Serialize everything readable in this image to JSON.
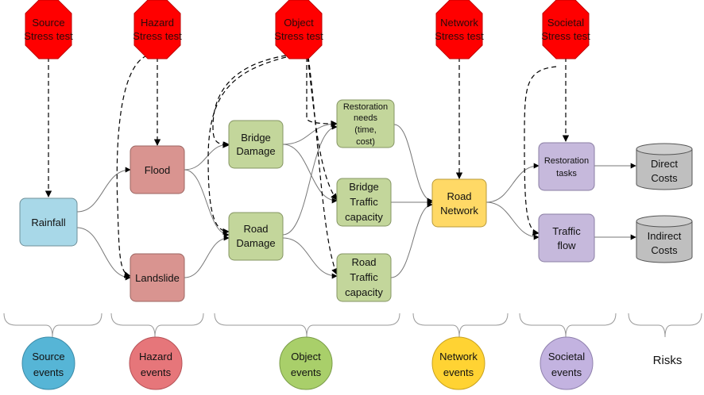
{
  "stress_tests": [
    {
      "id": "source",
      "line1": "Source",
      "line2": "Stress test"
    },
    {
      "id": "hazard",
      "line1": "Hazard",
      "line2": "Stress test"
    },
    {
      "id": "object",
      "line1": "Object",
      "line2": "Stress test"
    },
    {
      "id": "network",
      "line1": "Network",
      "line2": "Stress test"
    },
    {
      "id": "societal",
      "line1": "Societal",
      "line2": "Stress test"
    }
  ],
  "nodes": {
    "rainfall": {
      "lines": [
        "Rainfall"
      ]
    },
    "flood": {
      "lines": [
        "Flood"
      ]
    },
    "landslide": {
      "lines": [
        "Landslide"
      ]
    },
    "bridge_damage": {
      "lines": [
        "Bridge",
        "Damage"
      ]
    },
    "road_damage": {
      "lines": [
        "Road",
        "Damage"
      ]
    },
    "restoration_needs": {
      "lines": [
        "Restoration",
        "needs",
        "(time,",
        "cost)"
      ]
    },
    "bridge_traffic": {
      "lines": [
        "Bridge",
        "Traffic",
        "capacity"
      ]
    },
    "road_traffic": {
      "lines": [
        "Road",
        "Traffic",
        "capacity"
      ]
    },
    "road_network": {
      "lines": [
        "Road",
        "Network"
      ]
    },
    "restoration_tasks": {
      "lines": [
        "Restoration",
        "tasks"
      ]
    },
    "traffic_flow": {
      "lines": [
        "Traffic",
        "flow"
      ]
    },
    "direct_costs": {
      "lines": [
        "Direct",
        "Costs"
      ]
    },
    "indirect_costs": {
      "lines": [
        "Indirect",
        "Costs"
      ]
    }
  },
  "event_categories": [
    {
      "id": "source",
      "line1": "Source",
      "line2": "events"
    },
    {
      "id": "hazard",
      "line1": "Hazard",
      "line2": "events"
    },
    {
      "id": "object",
      "line1": "Object",
      "line2": "events"
    },
    {
      "id": "network",
      "line1": "Network",
      "line2": "events"
    },
    {
      "id": "societal",
      "line1": "Societal",
      "line2": "events"
    }
  ],
  "risks_label": "Risks",
  "colors": {
    "stop_sign": "#ff0000",
    "stop_sign_border": "#c00000",
    "source_node": "#a8d8e8",
    "hazard_node": "#d99490",
    "object_node": "#c3d69b",
    "network_node": "#ffd966",
    "societal_node": "#c6b9dc",
    "cost_node": "#bfbfbf",
    "source_event": "#56b5d6",
    "hazard_event": "#e6767a",
    "object_event": "#a9cf6a",
    "network_event": "#ffd333",
    "societal_event": "#c3b3e0"
  }
}
